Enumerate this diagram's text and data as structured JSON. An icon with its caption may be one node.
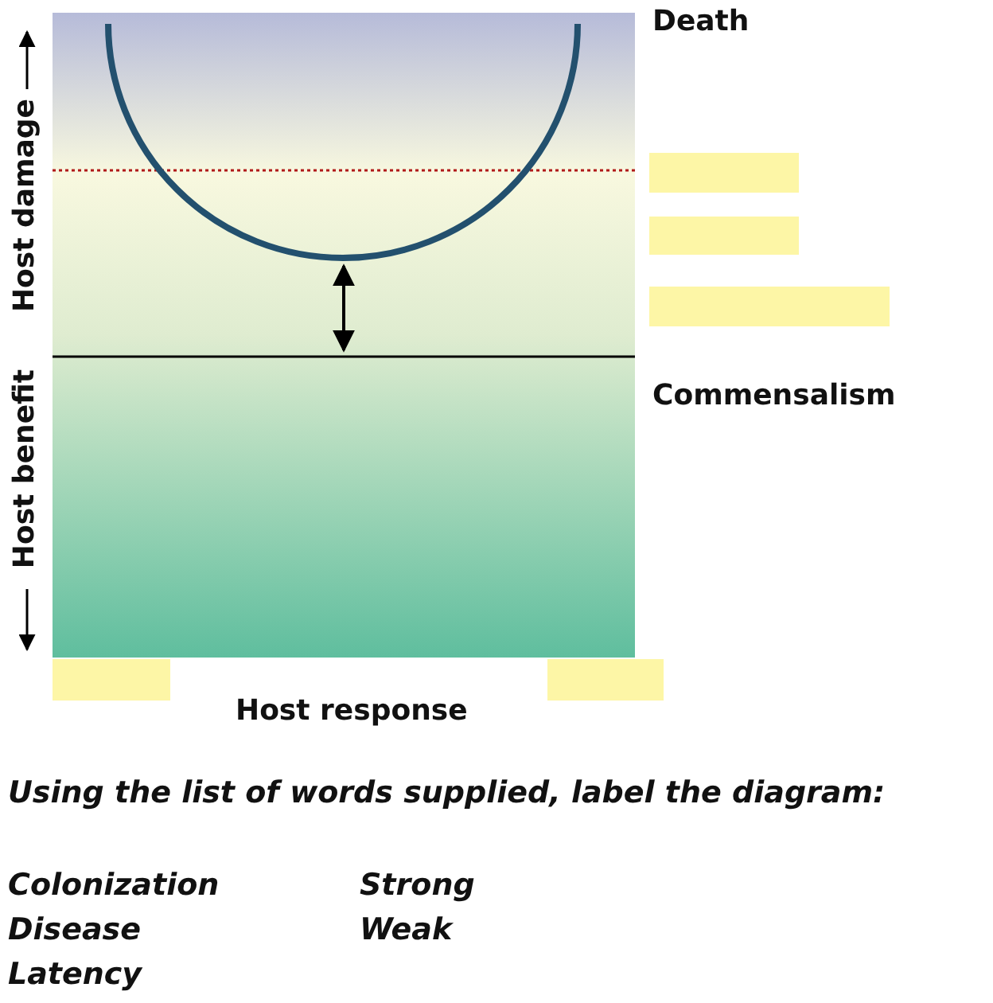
{
  "diagram": {
    "labels": [
      "Death",
      "Host damage",
      "Commensalism",
      "Host benefit",
      "Host response",
      "Using the list of words supplied, label the diagram:",
      "Colonization",
      "Strong",
      "Disease",
      "Weak",
      "Latency"
    ]
  }
}
